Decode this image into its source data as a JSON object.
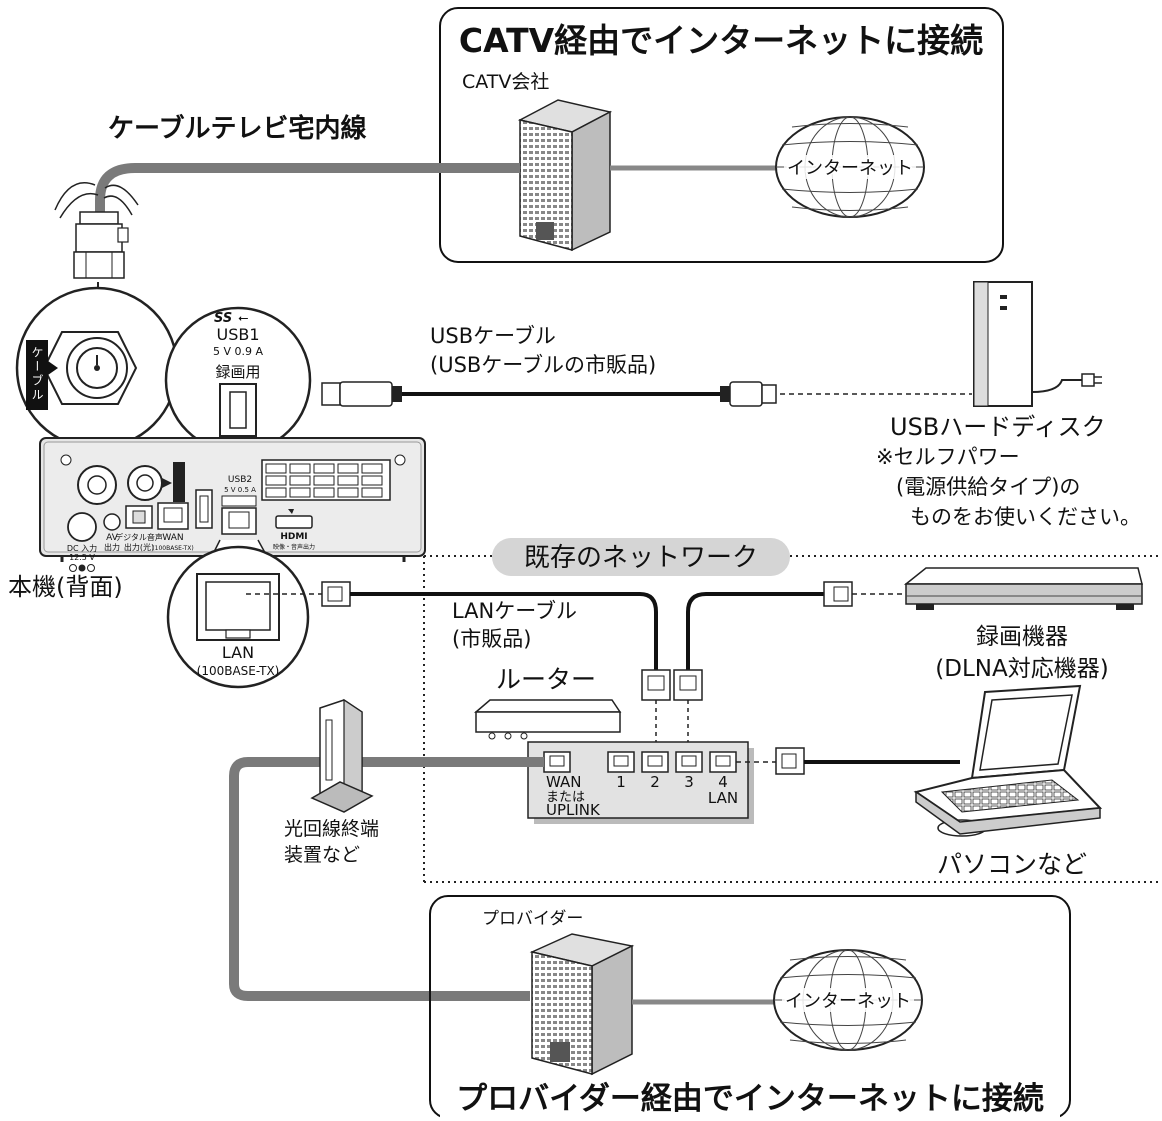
{
  "catv_box": {
    "title": "CATV経由でインターネットに接続",
    "company_label": "CATV会社",
    "internet_label": "インターネット"
  },
  "cable_tv_label": "ケーブルテレビ宅内線",
  "cable_port_label": "ケーブル",
  "usb1": {
    "logo": "SS",
    "name": "USB1",
    "power": "5 V 0.9 A",
    "purpose": "録画用"
  },
  "usb2": {
    "name": "USB2",
    "power": "5 V 0.5 A"
  },
  "rear_panel": {
    "dc_label": "DC 入力",
    "dc_voltage": "12.5 V",
    "av_label": "AV",
    "av_sub": "出力",
    "digital_audio_label": "デジタル音声",
    "digital_audio_sub": "出力(光)",
    "wan_label": "WAN",
    "wan_sub": "(100BASE-TX)",
    "hdmi_logo": "HDMI",
    "hdmi_sub": "映像・音声出力"
  },
  "unit_label": "本機(背面)",
  "lan_zoom": {
    "label": "LAN",
    "sub": "(100BASE-TX)"
  },
  "usb_cable": {
    "line1": "USBケーブル",
    "line2": "(USBケーブルの市販品)"
  },
  "hdd": {
    "name": "USBハードディスク",
    "note1": "※セルフパワー",
    "note2": "(電源供給タイプ)の",
    "note3": "ものをお使いください。"
  },
  "network_label": "既存のネットワーク",
  "lan_cable": {
    "line1": "LANケーブル",
    "line2": "(市販品)"
  },
  "recorder": {
    "line1": "録画機器",
    "line2": "(DLNA対応機器)"
  },
  "router": {
    "name": "ルーター",
    "wan_line1": "WAN",
    "wan_line2": "または",
    "wan_line3": "UPLINK",
    "ports": [
      "1",
      "2",
      "3",
      "4"
    ],
    "lan_label": "LAN"
  },
  "onu": {
    "line1": "光回線終端",
    "line2": "装置など"
  },
  "pc_label": "パソコンなど",
  "provider_box": {
    "company_label": "プロバイダー",
    "internet_label": "インターネット",
    "title": "プロバイダー経由でインターネットに接続"
  }
}
